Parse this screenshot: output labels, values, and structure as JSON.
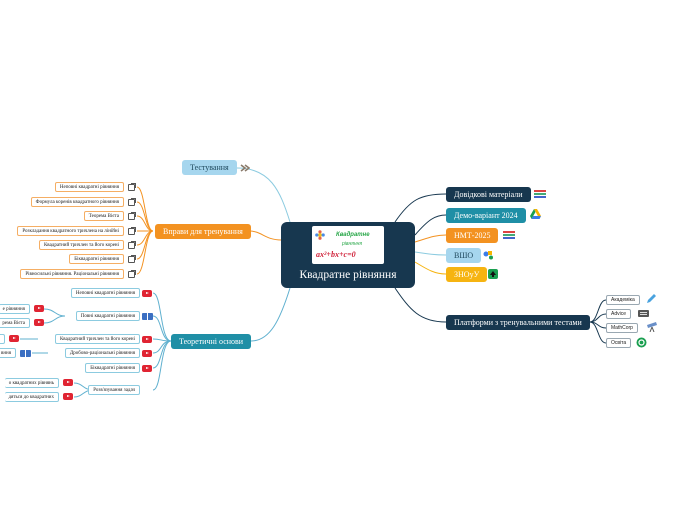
{
  "center": {
    "title": "Квадратне рівняння",
    "thumb_line1": "Квадратне",
    "thumb_line2": "рівняння",
    "thumb_formula": "ax²+bx+c=0"
  },
  "left": {
    "testing": "Тестування",
    "exercises": {
      "label": "Вправи для тренування",
      "items": [
        "Неповні квадратні рівняння",
        "Формула коренів квадратного рівняння",
        "Теорема Вієта",
        "Розкладання квадратного тричлена на лінійні",
        "Квадратний тричлен та його корені",
        "Біквадратні рівняння",
        "Рівносильні рівняння. Раціональні рівняння"
      ]
    },
    "theory": {
      "label": "Теоретичні основи",
      "items": [
        "Неповні квадратні рівняння",
        "Повні квадратні рівняння",
        "Квадратний тричлен та його корені",
        "Дробово-раціональні рівняння",
        "Біквадратні рівняння",
        "Розв'язування задач"
      ],
      "sub_full": [
        "е рівняння",
        "рема Вієта"
      ],
      "sub_trinomial": [
        "и"
      ],
      "sub_fractional": [
        "вння"
      ],
      "sub_tasks": [
        "о квадратних рівнянь",
        "дяться до квадратних"
      ]
    }
  },
  "right": {
    "items": [
      "Довідкові матеріали",
      "Демо-варіант 2024",
      "НМТ-2025",
      "ВШО",
      "ЗНОуУ"
    ],
    "platforms": {
      "label": "Платформи з тренувальними тестами",
      "items": [
        "Академіка",
        "Advice",
        "MathCorp",
        "Освіта"
      ]
    }
  },
  "colors": {
    "center": "#17374f",
    "dark": "#17374f",
    "teal": "#1f8fa6",
    "orange": "#f39221",
    "light_blue": "#a6d6ee",
    "yellow": "#f6b411",
    "wire_orange": "#f39221",
    "wire_blue": "#5fb0cf",
    "wire_dark": "#17374f"
  }
}
